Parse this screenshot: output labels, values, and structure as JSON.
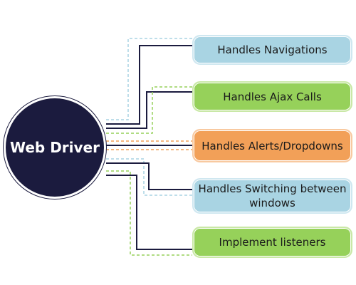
{
  "hub": {
    "label": "Web Driver",
    "color": "#1b1b3e"
  },
  "nodes": [
    {
      "label": "Handles Navigations",
      "color": "#a9d4e3"
    },
    {
      "label": "Handles Ajax Calls",
      "color": "#96d15a"
    },
    {
      "label": "Handles Alerts/Dropdowns",
      "color": "#f2a058"
    },
    {
      "label": "Handles Switching between windows",
      "color": "#a9d4e3"
    },
    {
      "label": "Implement listeners",
      "color": "#96d15a"
    }
  ],
  "connector_colors": {
    "solid": "#1b1b3e",
    "dashed": [
      "#a9d4e3",
      "#96d15a",
      "#f2a058",
      "#a9d4e3",
      "#96d15a"
    ]
  }
}
